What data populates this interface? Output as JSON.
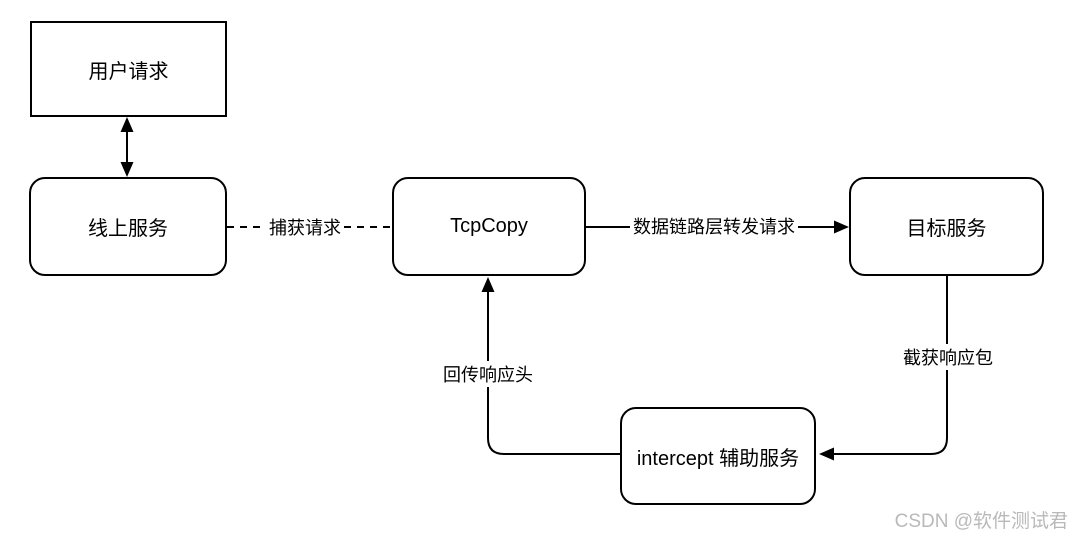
{
  "canvas": {
    "background": "#ffffff",
    "stroke_color": "#000000"
  },
  "nodes": {
    "user_request": {
      "label": "用户请求",
      "shape": "rectangle"
    },
    "online_service": {
      "label": "线上服务",
      "shape": "rounded-rectangle"
    },
    "tcpcopy": {
      "label": "TcpCopy",
      "shape": "rounded-rectangle"
    },
    "target_service": {
      "label": "目标服务",
      "shape": "rounded-rectangle"
    },
    "intercept_service": {
      "label": "intercept 辅助服务",
      "shape": "rounded-rectangle"
    }
  },
  "edges": {
    "user_online": {
      "label": "",
      "style": "double-headed-arrow"
    },
    "capture_request": {
      "label": "捕获请求",
      "style": "dashed-line"
    },
    "forward_request": {
      "label": "数据链路层转发请求",
      "style": "solid-arrow"
    },
    "intercept_response": {
      "label": "截获响应包",
      "style": "elbow-arrow"
    },
    "return_response_header": {
      "label": "回传响应头",
      "style": "elbow-arrow"
    }
  },
  "watermark": {
    "text": "CSDN @软件测试君",
    "color": "#b9b9b9"
  }
}
